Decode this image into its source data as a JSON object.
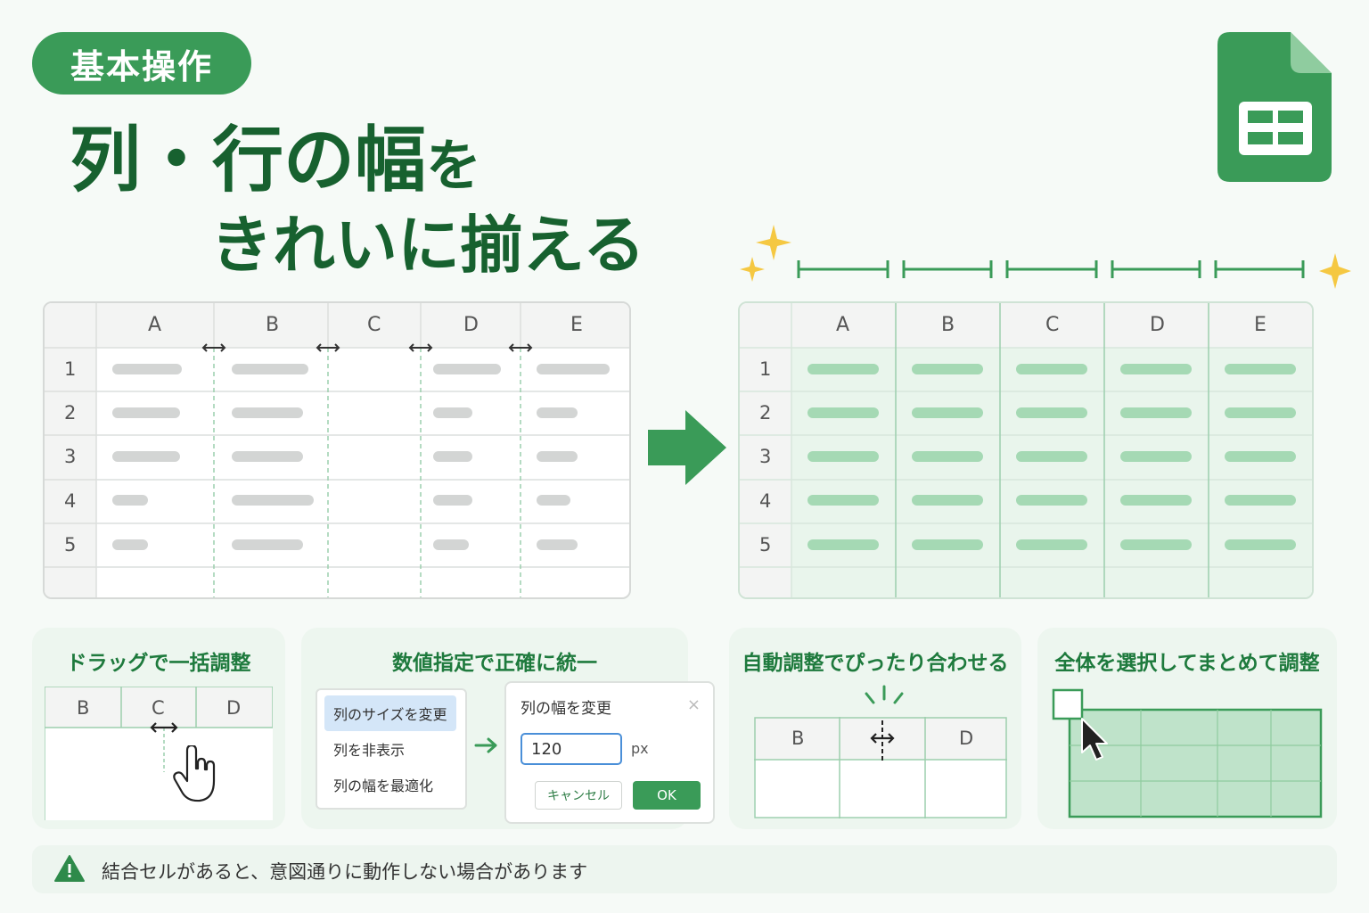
{
  "badge": "基本操作",
  "title": {
    "line1_main": "列・行の幅",
    "line1_tail": "を",
    "line2": "きれいに揃える"
  },
  "icon": "google-sheets-icon",
  "colors": {
    "brand_green": "#3a9b58",
    "title_green": "#17612f",
    "light_green": "#e6f4ea",
    "sparkle": "#f5c842"
  },
  "before_sheet": {
    "columns": [
      "A",
      "B",
      "C",
      "D",
      "E"
    ],
    "rows": [
      "1",
      "2",
      "3",
      "4",
      "5"
    ]
  },
  "after_sheet": {
    "columns": [
      "A",
      "B",
      "C",
      "D",
      "E"
    ],
    "rows": [
      "1",
      "2",
      "3",
      "4",
      "5"
    ]
  },
  "cards": {
    "drag": {
      "title": "ドラッグで一括調整",
      "columns": [
        "B",
        "C",
        "D"
      ]
    },
    "numeric": {
      "title": "数値指定で正確に統一",
      "menu": [
        "列のサイズを変更",
        "列を非表示",
        "列の幅を最適化"
      ],
      "dialog_title": "列の幅を変更",
      "close": "×",
      "value": "120",
      "unit": "px",
      "cancel": "キャンセル",
      "ok": "OK"
    },
    "auto": {
      "title": "自動調整でぴったり合わせる",
      "columns": [
        "B",
        "D"
      ]
    },
    "select_all": {
      "title": "全体を選択してまとめて調整"
    }
  },
  "warning": "結合セルがあると、意図通りに動作しない場合があります"
}
